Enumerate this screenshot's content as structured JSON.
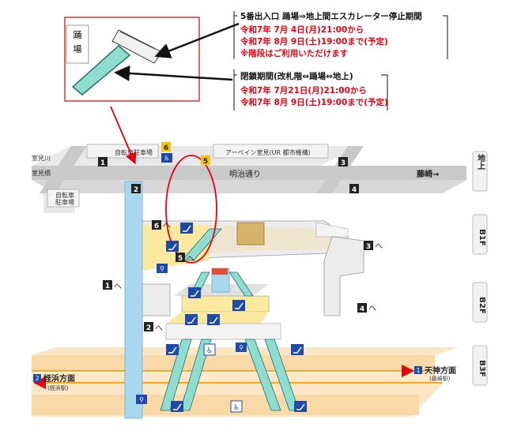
{
  "inset": {
    "kanji_top": "踊",
    "kanji_bottom": "場"
  },
  "notice_escalator": {
    "title": "5番出入口 踊場⇒地上間エスカレーター停止期間",
    "line1": "令和7年  7月  4日(月)21:00から",
    "line2": "令和7年  8月  9日(土)19:00まで(予定)",
    "line3": "※階段はご利用いただけます"
  },
  "notice_closure": {
    "title": "閉鎖期間(改札階⇔踊場⇔地上)",
    "line1": "令和7年  7月21日(月)21:00から",
    "line2": "令和7年  8月  9日(土)19:00まで(予定)"
  },
  "roads": {
    "muromigawa": "室見川",
    "muromibashi": "室見橋",
    "meiji_dori": "明治通り",
    "fujisaki": "藤崎→",
    "bicycle_parking_top": "自転車駐車場",
    "bicycle_parking_1": "自転車",
    "bicycle_parking_2": "駐車場",
    "apartment": "アーベイン室見(UR 都市機構)"
  },
  "exits": {
    "e1": "1",
    "e2": "2",
    "e3": "3",
    "e4": "4",
    "e5": "5",
    "e6": "6"
  },
  "floors": {
    "ground": "地上",
    "b1": "B1F",
    "b2": "B2F",
    "b3": "B3F"
  },
  "directions": {
    "tenjin_num": "1",
    "tenjin": "天神方面",
    "tenjin_sub": "(藤崎駅)",
    "meinohama_num": "2",
    "meinohama": "姪浜方面",
    "meinohama_sub": "(姪浜駅)"
  },
  "arrow_suffix": "へ",
  "colors": {
    "notice_red": "#e60012",
    "exit_box": "#222222",
    "exit_yellow": "#f6c400",
    "elevator_blue": "#a8d8f0",
    "concourse_yellow": "#fbe9a0",
    "platform_orange": "#f9d9a8",
    "track_orange": "#f5a623",
    "highlight_red": "#e60012",
    "icon_blue": "#1f4aa6"
  }
}
